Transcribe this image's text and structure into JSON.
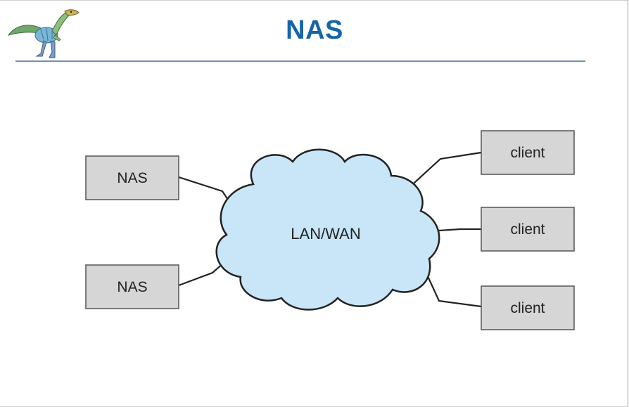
{
  "slide": {
    "title": "NAS"
  },
  "diagram": {
    "network_label": "LAN/WAN",
    "nas_nodes": [
      {
        "label": "NAS"
      },
      {
        "label": "NAS"
      }
    ],
    "client_nodes": [
      {
        "label": "client"
      },
      {
        "label": "client"
      },
      {
        "label": "client"
      }
    ]
  },
  "colors": {
    "title": "#1565a8",
    "rule": "#6f8fb5",
    "box_fill": "#d6d6d6",
    "box_stroke": "#555555",
    "cloud_fill": "#c8e6f7",
    "cloud_stroke": "#222222",
    "line": "#222222"
  },
  "icons": {
    "logo": "dinosaur-logo-icon"
  }
}
